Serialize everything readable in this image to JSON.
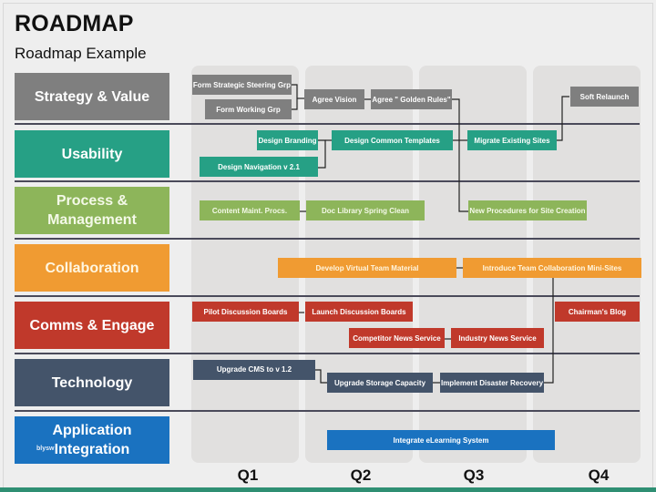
{
  "header": {
    "title": "ROADMAP",
    "subtitle": "Roadmap Example"
  },
  "colors": {
    "strategy": "#7f7f7f",
    "usability": "#26a085",
    "process": "#8db55a",
    "collaboration": "#f09b32",
    "comms": "#c0392b",
    "technology": "#44546a",
    "application": "#1a72c0"
  },
  "categories": [
    {
      "label": "Strategy & Value"
    },
    {
      "label": "Usability"
    },
    {
      "label": "Process & Management"
    },
    {
      "label": "Collaboration"
    },
    {
      "label": "Comms & Engage"
    },
    {
      "label": "Technology"
    },
    {
      "label": "Application Integration"
    }
  ],
  "quarters": [
    "Q1",
    "Q2",
    "Q3",
    "Q4"
  ],
  "tasks": {
    "strategy": [
      "Form Strategic Steering Grp",
      "Form Working Grp",
      "Agree Vision",
      "Agree \" Golden Rules\"",
      "Soft Relaunch"
    ],
    "usability": [
      "Design Branding",
      "Design Navigation v 2.1",
      "Design Common Templates",
      "Migrate Existing Sites"
    ],
    "process": [
      "Content Maint. Procs.",
      "Doc Library Spring Clean",
      "New Procedures for Site Creation"
    ],
    "collaboration": [
      "Develop Virtual Team Material",
      "Introduce Team Collaboration Mini-Sites"
    ],
    "comms": [
      "Pilot Discussion Boards",
      "Launch Discussion Boards",
      "Chairman's Blog",
      "Competitor News Service",
      "Industry News Service"
    ],
    "technology": [
      "Upgrade CMS to v 1.2",
      "Upgrade Storage Capacity",
      "Implement Disaster Recovery"
    ],
    "application": [
      "Integrate eLearning System"
    ]
  },
  "watermark": "blysw"
}
